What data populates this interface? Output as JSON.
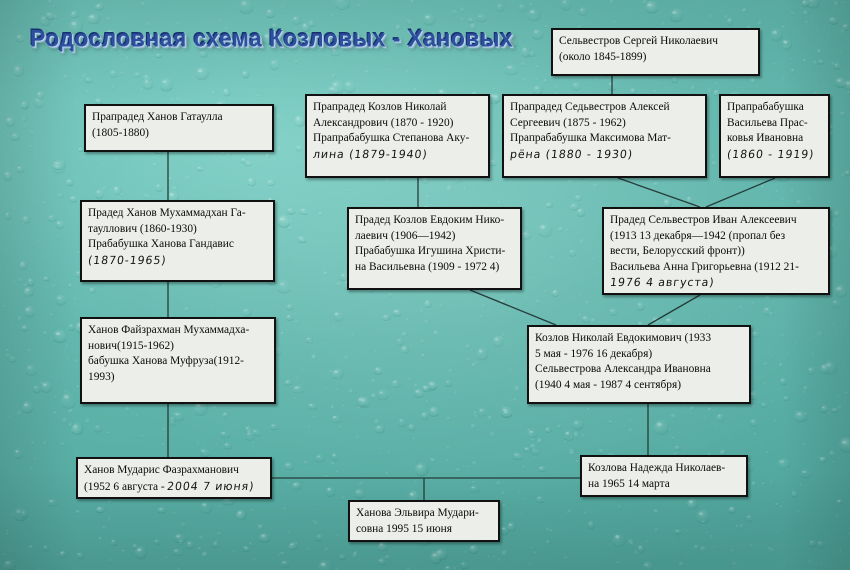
{
  "meta": {
    "title": "Родословная схема Козловых - Хановых",
    "colors": {
      "background_teal": "#63b5ad",
      "title_blue": "#2d4f9e",
      "box_fill": "#eceee9",
      "box_border": "#111111",
      "connector": "#2a3a3a"
    }
  },
  "boxes": [
    {
      "id": "selvestrov-sergey",
      "name": "box-selvestrov-sergey-nikolaevich",
      "lines": [
        {
          "text": "Сельвестров Сергей Николаевич",
          "hand": false
        },
        {
          "text": "(около 1845-1899)",
          "hand": false
        }
      ]
    },
    {
      "id": "khanov-gataulla",
      "name": "box-praprader-khanov-gataulla",
      "lines": [
        {
          "text": "Прапрадед Ханов Гатаулла",
          "hand": false
        },
        {
          "text": "(1805-1880)",
          "hand": false
        }
      ]
    },
    {
      "id": "kozlov-nikolay",
      "name": "box-praprader-kozlov-nikolay",
      "lines": [
        {
          "text": "Прапрадед Козлов Николай",
          "hand": false
        },
        {
          "text": "Александрович (1870 - 1920)",
          "hand": false
        },
        {
          "text": "Прапрабабушка Степанова Аку-",
          "hand": false
        },
        {
          "text": "лина (1879-1940)",
          "hand": true
        }
      ]
    },
    {
      "id": "sedvestrov-alexey",
      "name": "box-praprader-sedvestrov-alexey",
      "lines": [
        {
          "text": "Прапрадед  Седьвестров Алексей",
          "hand": false
        },
        {
          "text": "Сергеевич (1875 - 1962)",
          "hand": false
        },
        {
          "text": "Прапрабабушка Максимова Мат-",
          "hand": false
        },
        {
          "text": "рёна (1880 - 1930)",
          "hand": true
        }
      ]
    },
    {
      "id": "vasilyeva-praskovya",
      "name": "box-praprababushka-vasilyeva-praskovya",
      "lines": [
        {
          "text": "Прапрабабушка",
          "hand": false
        },
        {
          "text": "Васильева Прас-",
          "hand": false
        },
        {
          "text": "ковья Ивановна",
          "hand": false
        },
        {
          "text": "(1860 - 1919)",
          "hand": true
        }
      ]
    },
    {
      "id": "khanov-muhammadhan",
      "name": "box-prader-khanov-muhammadhan",
      "lines": [
        {
          "text": "Прадед Ханов Мухаммадхан Га-",
          "hand": false
        },
        {
          "text": "тауллович (1860-1930)",
          "hand": false
        },
        {
          "text": "Прабабушка Ханова Гандавис",
          "hand": false
        },
        {
          "text": "(1870-1965)",
          "hand": true
        }
      ]
    },
    {
      "id": "kozlov-evdokim",
      "name": "box-prader-kozlov-evdokim",
      "lines": [
        {
          "text": "Прадед Козлов Евдоким Нико-",
          "hand": false
        },
        {
          "text": "лаевич (1906—1942)",
          "hand": false
        },
        {
          "text": "Прабабушка  Игушина Христи-",
          "hand": false
        },
        {
          "text": "на Васильевна (1909 - 1972 4)",
          "hand": false
        }
      ]
    },
    {
      "id": "selvestrov-ivan",
      "name": "box-prader-selvestrov-ivan",
      "lines": [
        {
          "text": "Прадед Сельвестров Иван Алексеевич",
          "hand": false
        },
        {
          "text": "(1913 13 декабря—1942 (пропал без",
          "hand": false
        },
        {
          "text": "вести, Белорусский фронт))",
          "hand": false
        },
        {
          "text": "Васильева Анна Григорьевна (1912 21-",
          "hand": false
        },
        {
          "text": "1976 4 августа)",
          "hand": true
        }
      ]
    },
    {
      "id": "khanov-fayzrahman",
      "name": "box-khanov-fayzrahman",
      "lines": [
        {
          "text": "Ханов Файзрахман Мухаммадха-",
          "hand": false
        },
        {
          "text": "нович(1915-1962)",
          "hand": false
        },
        {
          "text": "бабушка Ханова Муфруза(1912-",
          "hand": false
        },
        {
          "text": "1993)",
          "hand": false
        }
      ]
    },
    {
      "id": "kozlov-nikolay-evdokimovich",
      "name": "box-kozlov-nikolay-evdokimovich",
      "lines": [
        {
          "text": "Козлов Николай Евдокимович (1933",
          "hand": false
        },
        {
          "text": "5 мая - 1976 16 декабря)",
          "hand": false
        },
        {
          "text": "Сельвестрова Александра Ивановна",
          "hand": false
        },
        {
          "text": "(1940 4 мая - 1987 4 сентября)",
          "hand": false
        }
      ]
    },
    {
      "id": "khanov-mudaris",
      "name": "box-khanov-mudaris",
      "lines": [
        {
          "text": "Ханов Мударис Фазрахманович",
          "hand": false
        },
        {
          "text": "(1952 6 августа - 2004 7 июня)",
          "hand": "split"
        }
      ]
    },
    {
      "id": "kozlova-nadezhda",
      "name": "box-kozlova-nadezhda",
      "lines": [
        {
          "text": "Козлова Надежда  Николаев-",
          "hand": false
        },
        {
          "text": "на 1965 14 марта",
          "hand": false
        }
      ]
    },
    {
      "id": "khanova-elvira",
      "name": "box-khanova-elvira",
      "lines": [
        {
          "text": "Ханова Эльвира Мудари-",
          "hand": false
        },
        {
          "text": "совна 1995 15 июня",
          "hand": false
        }
      ]
    }
  ],
  "split_lines": {
    "khanov-mudaris-2": {
      "typed": "(1952 6 августа - ",
      "hand": "2004  7 июня)"
    }
  }
}
